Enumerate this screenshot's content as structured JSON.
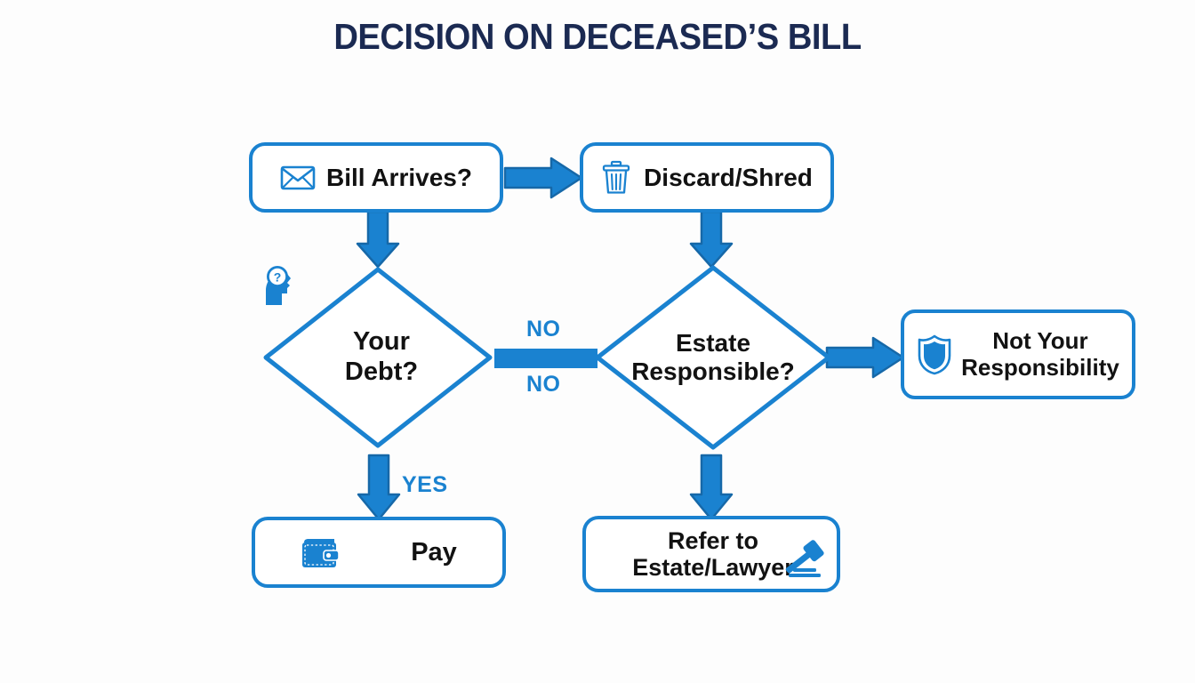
{
  "page": {
    "title": "DECISION ON DECEASED’S BILL",
    "background_color": "#fdfdfd",
    "title_color": "#1b2a52",
    "accent_color": "#1a82d0",
    "arrow_color": "#1a82d0",
    "text_color": "#121212"
  },
  "nodes": {
    "bill_arrives": {
      "label": "Bill Arrives?",
      "icon": "envelope-icon",
      "shape": "rounded-rect"
    },
    "discard_shred": {
      "label": "Discard/Shred",
      "icon": "trash-can-icon",
      "shape": "rounded-rect"
    },
    "your_debt": {
      "label": "Your\nDebt?",
      "icon": "head-question-icon",
      "shape": "diamond"
    },
    "estate_responsible": {
      "label": "Estate\nResponsible?",
      "icon": "none",
      "shape": "diamond"
    },
    "not_your_responsibility": {
      "label": "Not Your\nResponsibility",
      "icon": "shield-icon",
      "shape": "rounded-rect"
    },
    "pay": {
      "label": "Pay",
      "icon": "wallet-icon",
      "shape": "rounded-rect"
    },
    "refer_estate_lawyer": {
      "label": "Refer to\nEstate/Lawyer",
      "icon": "gavel-icon",
      "shape": "rounded-rect"
    }
  },
  "edges": {
    "bill_to_discard": {
      "label": "",
      "direction": "right"
    },
    "bill_to_your_debt": {
      "label": "",
      "direction": "down"
    },
    "discard_to_estate": {
      "label": "",
      "direction": "down"
    },
    "your_debt_to_estate": {
      "label_top": "NO",
      "label_bottom": "NO",
      "direction": "right"
    },
    "estate_to_not_responsible": {
      "label": "",
      "direction": "right"
    },
    "your_debt_to_pay": {
      "label": "YES",
      "direction": "down"
    },
    "estate_to_refer": {
      "label": "",
      "direction": "down"
    }
  }
}
